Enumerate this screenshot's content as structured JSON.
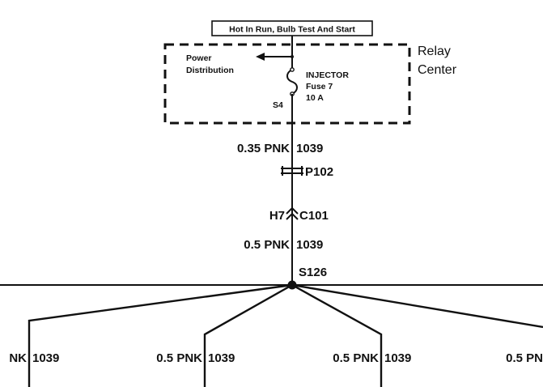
{
  "header_label": "Hot In Run, Bulb Test And Start",
  "relay_box": {
    "title_line1": "Relay",
    "title_line2": "Center",
    "power_distribution_line1": "Power",
    "power_distribution_line2": "Distribution",
    "fuse_name": "INJECTOR",
    "fuse_number": "Fuse 7",
    "fuse_rating": "10 A",
    "splice": "S4"
  },
  "trunk": {
    "wire_upper_size": "0.35 PNK",
    "wire_upper_circuit": "1039",
    "connector_p102": "P102",
    "connector_h7": "H7",
    "connector_c101": "C101",
    "wire_lower_size": "0.5 PNK",
    "wire_lower_circuit": "1039",
    "splice_s126": "S126"
  },
  "branches": [
    {
      "size": "NK",
      "circuit": "1039"
    },
    {
      "size": "0.5 PNK",
      "circuit": "1039"
    },
    {
      "size": "0.5 PNK",
      "circuit": "1039"
    },
    {
      "size": "0.5 PN",
      "circuit": ""
    }
  ]
}
